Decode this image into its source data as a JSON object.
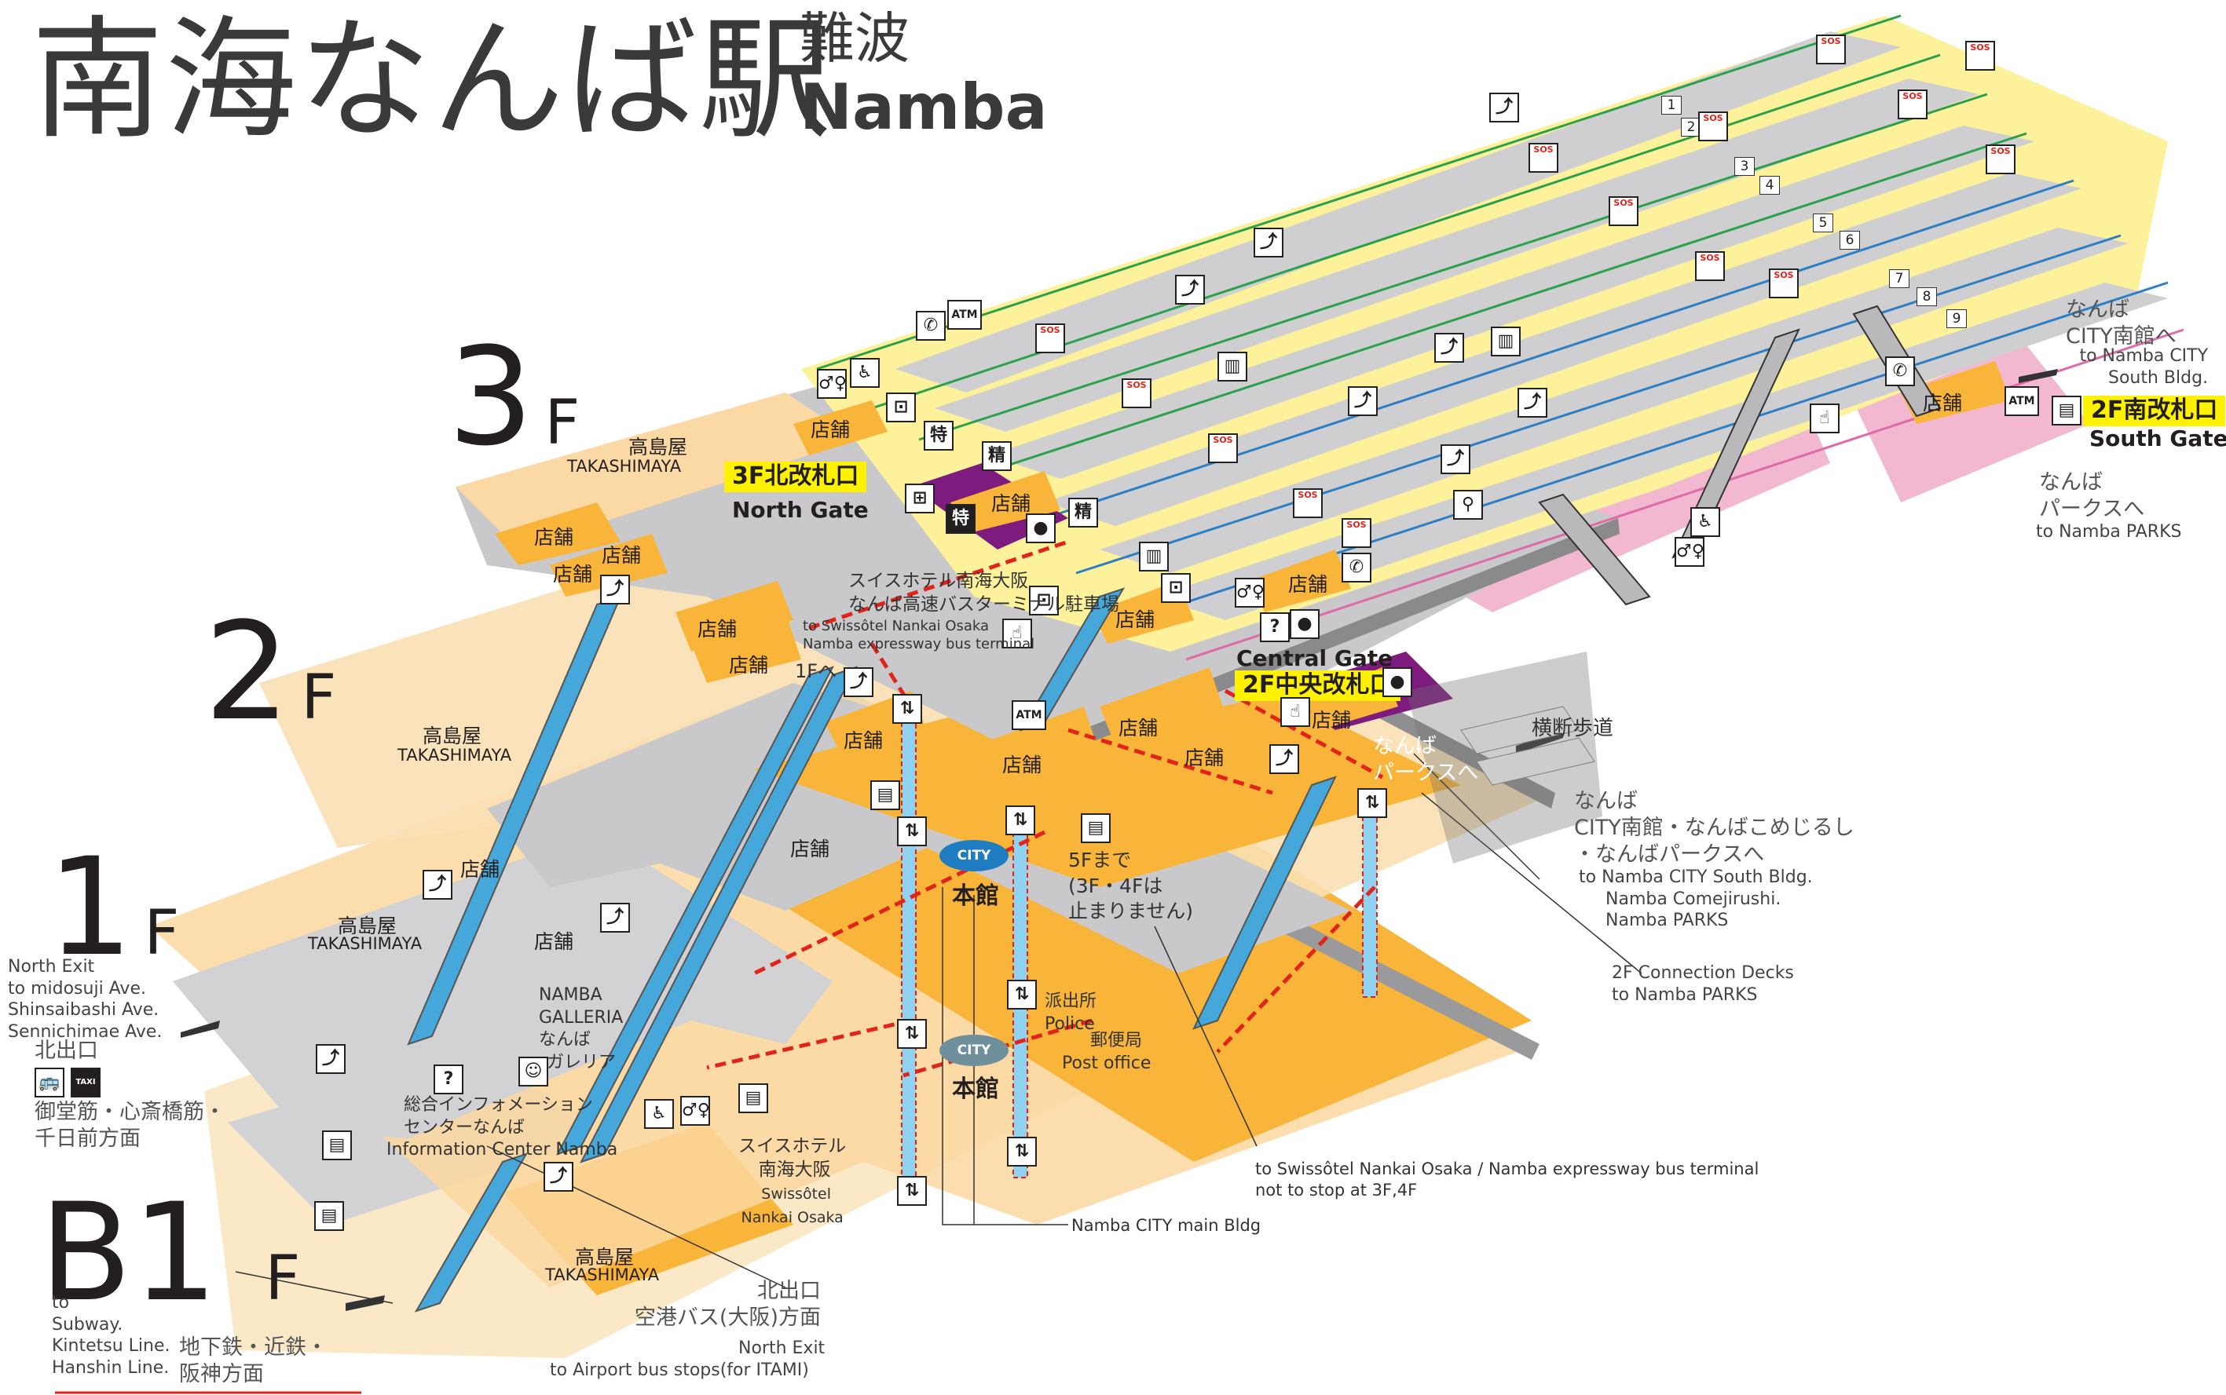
{
  "header": {
    "title_jp": "南海なんば駅",
    "title_jp_small": "難波",
    "title_en": "Namba"
  },
  "floors": {
    "f3": "3",
    "f2": "2",
    "f1": "1",
    "b1": "B1",
    "suffix": "F"
  },
  "gates": {
    "north_jp": "3F北改札口",
    "north_en": "North Gate",
    "central_en": "Central Gate",
    "central_jp": "2F中央改札口",
    "south_jp": "2F南改札口",
    "south_en": "South Gate"
  },
  "shops": {
    "label": "店舗",
    "takashimaya_jp": "高島屋",
    "takashimaya_en": "TAKASHIMAYA"
  },
  "platforms": [
    "1",
    "2",
    "3",
    "4",
    "5",
    "6",
    "7",
    "8",
    "9"
  ],
  "icons": {
    "atm": "ATM",
    "sos": "SOS",
    "phone": "✆",
    "ltd_express": "特",
    "fare_adjust": "精",
    "info": "?",
    "city": "CITY",
    "taxi": "TAXI"
  },
  "labels": {
    "swissotel_3f_jp1": "スイスホテル南海大阪",
    "swissotel_3f_jp2": "なんば高速バスターミナル駐車場",
    "swissotel_3f_en1": "to Swissôtel Nankai Osaka",
    "swissotel_3f_en2": "Namba expressway bus terminal",
    "to_1f": "1Fへ",
    "crosswalk": "横断歩道",
    "parks_2f_1": "なんば",
    "parks_2f_2": "パークスへ",
    "city_south_jp1": "なんば",
    "city_south_jp2": "CITY南館へ",
    "city_south_en1": "to Namba CITY",
    "city_south_en2": "South Bldg.",
    "parks_right_jp1": "なんば",
    "parks_right_jp2": "パークスへ",
    "parks_right_en": "to Namba PARKS",
    "city_mall_jp1": "なんば",
    "city_mall_jp2": "CITY南館・なんばこめじるし",
    "city_mall_jp3": "・なんばパークスへ",
    "city_mall_en1": "to Namba CITY South Bldg.",
    "city_mall_en2": "Namba Comejirushi.",
    "city_mall_en3": "Namba PARKS",
    "deck_en1": "2F Connection Decks",
    "deck_en2": "to Namba PARKS",
    "elevator_jp1": "5Fまで",
    "elevator_jp2": "(3F・4Fは",
    "elevator_jp3": "止まりません)",
    "honkan": "本館",
    "police_jp": "派出所",
    "police_en": "Police",
    "post_jp": "郵便局",
    "post_en": "Post office",
    "galleria_en1": "NAMBA",
    "galleria_en2": "GALLERIA",
    "galleria_jp1": "なんば",
    "galleria_jp2": "ガレリア",
    "info_center_jp1": "総合インフォメーション",
    "info_center_jp2": "センターなんば",
    "info_center_en": "Information Center Namba",
    "swiss_b1_jp1": "スイスホテル",
    "swiss_b1_jp2": "南海大阪",
    "swiss_b1_en1": "Swissôtel",
    "swiss_b1_en2": "Nankai Osaka",
    "north_exit_en1": "North Exit",
    "north_exit_en2": "to midosuji Ave.",
    "north_exit_en3": "Shinsaibashi Ave.",
    "north_exit_en4": "Sennichimae Ave.",
    "north_exit_jp": "北出口",
    "north_exit_dir_jp1": "御堂筋・心斎橋筋・",
    "north_exit_dir_jp2": "千日前方面",
    "subway_en1": "to",
    "subway_en2": "Subway.",
    "subway_en3": "Kintetsu Line.",
    "subway_en4": "Hanshin Line.",
    "subway_jp1": "地下鉄・近鉄・",
    "subway_jp2": "阪神方面",
    "airport_jp1": "北出口",
    "airport_jp2": "空港バス(大阪)方面",
    "airport_en1": "North Exit",
    "airport_en2": "to Airport bus stops(for ITAMI)",
    "swiss_note_en1": "to Swissôtel Nankai Osaka / Namba expressway bus terminal",
    "swiss_note_en2": "not to stop at 3F,4F",
    "city_main_note": "Namba CITY main Bldg"
  },
  "colors": {
    "platform_yellow": "#fdf19b",
    "concourse_grey": "#c9c9cb",
    "floor_tan": "#fae0b3",
    "shop_orange": "#f9b53a",
    "takashimaya_peach": "#fbd9a4",
    "parks_pink": "#f2b8d0",
    "ltd_express_purple": "#7d1b7e",
    "escalator_blue": "#46a7da",
    "route_red": "#e2231a",
    "gate_yellow": "#fff200",
    "track_green": "#2aa14a",
    "track_blue": "#2c7fc4",
    "track_pink": "#e06aa7"
  }
}
